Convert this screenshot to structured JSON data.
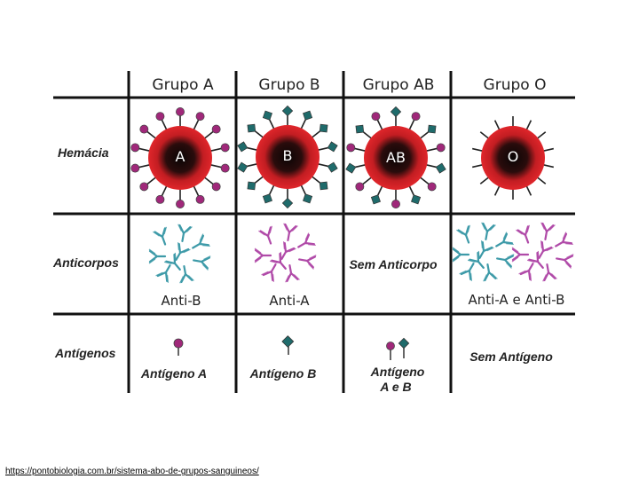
{
  "columns": [
    "Grupo A",
    "Grupo B",
    "Grupo AB",
    "Grupo O"
  ],
  "rows": {
    "hemacia": "Hemácia",
    "anticorpos": "Anticorpos",
    "antigenos": "Antígenos"
  },
  "cells": {
    "letters": [
      "A",
      "B",
      "AB",
      "O"
    ],
    "antibodies": [
      "Anti-B",
      "Anti-A",
      "Sem Anticorpo",
      "Anti-A e Anti-B"
    ],
    "antigens": [
      "Antígeno A",
      "Antígeno B",
      "Antígeno",
      "A e B",
      "Sem Antígeno"
    ]
  },
  "footer": {
    "link": "https://pontobiologia.com.br/sistema-abo-de-grupos-sanguineos/"
  },
  "colors": {
    "cell_red": "#e0262b",
    "cell_dark": "#1a0a0a",
    "antigen_a": "#a0287a",
    "antigen_b": "#1f6b6b",
    "anti_b_color": "#3d9aa8",
    "anti_a_color": "#b04aa8",
    "grid": "#111111"
  },
  "icons": [
    "red-blood-cell-icon",
    "antibody-icon",
    "antigen-a-icon",
    "antigen-b-icon"
  ]
}
